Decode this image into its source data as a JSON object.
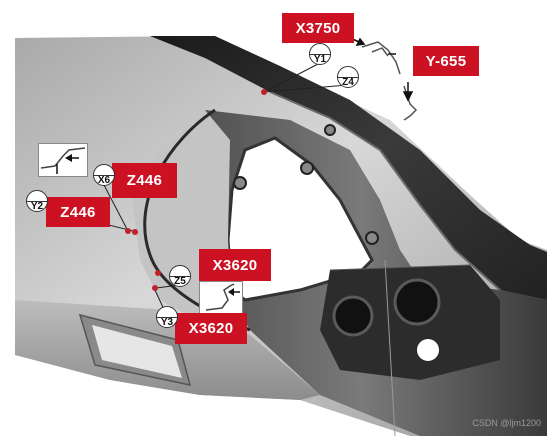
{
  "tags": {
    "x3750": "X3750",
    "y655": "Y-655",
    "z446_right": "Z446",
    "z446_left": "Z446",
    "x3620_top": "X3620",
    "x3620_bottom": "X3620"
  },
  "bubbles": {
    "y1": "Y1",
    "z4": "Z4",
    "x6": "X6",
    "y2": "Y2",
    "z5": "Z5",
    "y3": "Y3"
  },
  "watermark": "CSDN @ljm1200",
  "colors": {
    "tag": "#cc1122",
    "point": "#c0202a"
  }
}
